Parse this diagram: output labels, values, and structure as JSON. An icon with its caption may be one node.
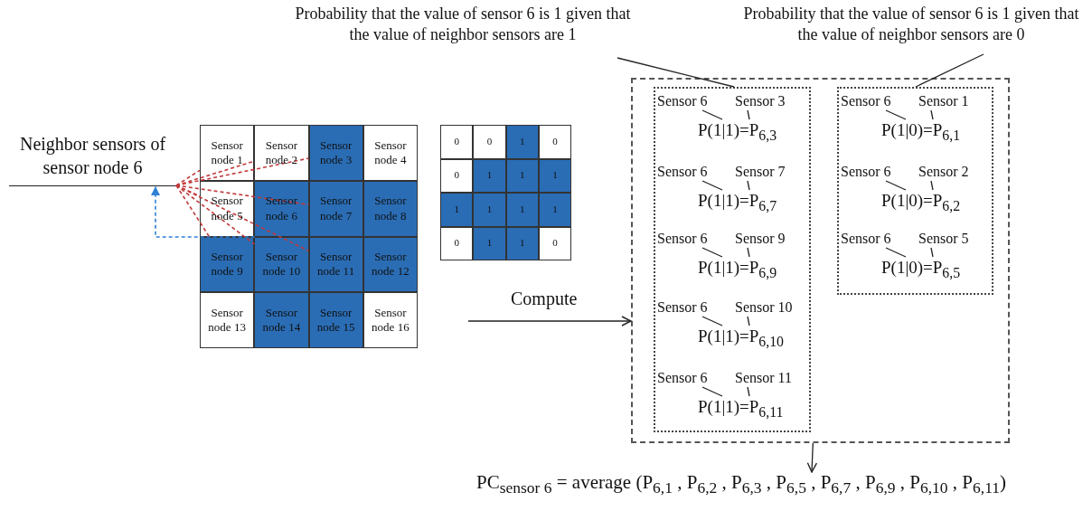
{
  "diagram": {
    "nodes": [
      {
        "text": [
          "Neighbor sensors of sensor node 6"
        ]
      },
      {
        "text": [
          "Sensor node 1"
        ]
      },
      {
        "text": [
          "Sensor node 2"
        ]
      },
      {
        "text": [
          "Sensor node 3"
        ]
      },
      {
        "text": [
          "Sensor node 4"
        ]
      },
      {
        "text": [
          "Sensor node 5"
        ]
      },
      {
        "text": [
          "Sensor node 6"
        ]
      },
      {
        "text": [
          "Sensor node 7"
        ]
      },
      {
        "text": [
          "Sensor node 8"
        ]
      },
      {
        "text": [
          "Sensor node 9"
        ]
      },
      {
        "text": [
          "Sensor node 10"
        ]
      },
      {
        "text": [
          "Sensor node 11"
        ]
      },
      {
        "text": [
          "Sensor node 12"
        ]
      },
      {
        "text": [
          "Sensor node 13"
        ]
      },
      {
        "text": [
          "Sensor node 14"
        ]
      },
      {
        "text": [
          "Sensor node 15"
        ]
      },
      {
        "text": [
          "Sensor node 16"
        ]
      },
      {
        "text": [
          "0"
        ]
      },
      {
        "text": [
          "0"
        ]
      },
      {
        "text": [
          "1"
        ]
      },
      {
        "text": [
          "0"
        ]
      },
      {
        "text": [
          "0"
        ]
      },
      {
        "text": [
          "1"
        ]
      },
      {
        "text": [
          "1"
        ]
      },
      {
        "text": [
          "1"
        ]
      },
      {
        "text": [
          "1"
        ]
      },
      {
        "text": [
          "1"
        ]
      },
      {
        "text": [
          "1"
        ]
      },
      {
        "text": [
          "1"
        ]
      },
      {
        "text": [
          "0"
        ]
      },
      {
        "text": [
          "1"
        ]
      },
      {
        "text": [
          "1"
        ]
      },
      {
        "text": [
          "0"
        ]
      },
      {
        "text": [
          "Probability that the value of sensor 6 is 1 given that the value of neighbor sensors are 1"
        ]
      },
      {
        "text": [
          "Probability that the value of sensor 6 is 1 given that the value of neighbor sensors are 0"
        ]
      },
      {
        "text": [],
        "shape": "box"
      },
      {
        "text": [],
        "shape": "box",
        "in": 35
      },
      {
        "text": [],
        "shape": "box",
        "in": 35
      },
      {
        "text": [
          "Sensor 6"
        ],
        "in": 36
      },
      {
        "text": [
          "Sensor 3"
        ],
        "in": 36
      },
      {
        "text": [
          "P(1|1)=P$_{6,3}$"
        ],
        "in": 36
      },
      {
        "text": [
          "Sensor 6"
        ],
        "in": 36
      },
      {
        "text": [
          "Sensor 7"
        ],
        "in": 36
      },
      {
        "text": [
          "P(1|1)=P$_{6,7}$"
        ],
        "in": 36
      },
      {
        "text": [
          "Sensor 6"
        ],
        "in": 36
      },
      {
        "text": [
          "Sensor 9"
        ],
        "in": 36
      },
      {
        "text": [
          "P(1|1)=P$_{6,9}$"
        ],
        "in": 36
      },
      {
        "text": [
          "Sensor 6"
        ],
        "in": 36
      },
      {
        "text": [
          "Sensor 10"
        ],
        "in": 36
      },
      {
        "text": [
          "P(1|1)=P$_{6,10}$"
        ],
        "in": 36
      },
      {
        "text": [
          "Sensor 6"
        ],
        "in": 36
      },
      {
        "text": [
          "Sensor 11"
        ],
        "in": 36
      },
      {
        "text": [
          "P(1|1)=P$_{6,11}$"
        ],
        "in": 36
      },
      {
        "text": [
          "Sensor 6"
        ],
        "in": 37
      },
      {
        "text": [
          "Sensor 1"
        ],
        "in": 37
      },
      {
        "text": [
          "P(1|0)=P$_{6,1}$"
        ],
        "in": 37
      },
      {
        "text": [
          "Sensor 6"
        ],
        "in": 37
      },
      {
        "text": [
          "Sensor 2"
        ],
        "in": 37
      },
      {
        "text": [
          "P(1|0)=P$_{6,2}$"
        ],
        "in": 37
      },
      {
        "text": [
          "Sensor 6"
        ],
        "in": 37
      },
      {
        "text": [
          "Sensor 5"
        ],
        "in": 37
      },
      {
        "text": [
          "P(1|0)=P$_{6,5}$"
        ],
        "in": 37
      },
      {
        "text": [
          "PC$_{sensor 6}$ = average (P$_{6,1}$ , P$_{6,2}$ , P$_{6,3}$ , P$_{6,5}$ , P$_{6,7}$ , P$_{6,9}$ , P$_{6,10}$ , P$_{6,11}$)"
        ]
      }
    ],
    "edges": [
      {
        "from": 6,
        "to": 0,
        "arrow": "to",
        "style": "dashed",
        "color": "#2f80d6"
      },
      {
        "from": 0,
        "to": 1,
        "arrow": "none",
        "style": "dashed",
        "color": "#c0393b"
      },
      {
        "from": 0,
        "to": 2,
        "arrow": "none",
        "style": "dashed",
        "color": "#c0393b"
      },
      {
        "from": 0,
        "to": 3,
        "arrow": "none",
        "style": "dashed",
        "color": "#c0393b"
      },
      {
        "from": 0,
        "to": 5,
        "arrow": "none",
        "style": "dashed",
        "color": "#c0393b"
      },
      {
        "from": 0,
        "to": 7,
        "arrow": "none",
        "style": "dashed",
        "color": "#c0393b"
      },
      {
        "from": 0,
        "to": 9,
        "arrow": "none",
        "style": "dashed",
        "color": "#c0393b"
      },
      {
        "from": 0,
        "to": 10,
        "arrow": "none",
        "style": "dashed",
        "color": "#c0393b"
      },
      {
        "from": 0,
        "to": 11,
        "arrow": "none",
        "style": "dashed",
        "color": "#c0393b"
      },
      {
        "from": null,
        "to": 35,
        "arrow": "to",
        "label": "Compute"
      },
      {
        "from": 33,
        "to": 36,
        "arrow": "none"
      },
      {
        "from": 34,
        "to": 37,
        "arrow": "none"
      },
      {
        "from": 38,
        "to": 40,
        "arrow": "none"
      },
      {
        "from": 39,
        "to": 40,
        "arrow": "none"
      },
      {
        "from": 41,
        "to": 43,
        "arrow": "none"
      },
      {
        "from": 42,
        "to": 43,
        "arrow": "none"
      },
      {
        "from": 44,
        "to": 46,
        "arrow": "none"
      },
      {
        "from": 45,
        "to": 46,
        "arrow": "none"
      },
      {
        "from": 47,
        "to": 49,
        "arrow": "none"
      },
      {
        "from": 48,
        "to": 49,
        "arrow": "none"
      },
      {
        "from": 50,
        "to": 52,
        "arrow": "none"
      },
      {
        "from": 51,
        "to": 52,
        "arrow": "none"
      },
      {
        "from": 53,
        "to": 55,
        "arrow": "none"
      },
      {
        "from": 54,
        "to": 55,
        "arrow": "none"
      },
      {
        "from": 56,
        "to": 58,
        "arrow": "none"
      },
      {
        "from": 57,
        "to": 58,
        "arrow": "none"
      },
      {
        "from": 59,
        "to": 61,
        "arrow": "none"
      },
      {
        "from": 60,
        "to": 61,
        "arrow": "none"
      },
      {
        "from": 35,
        "to": 62,
        "arrow": "to"
      }
    ]
  }
}
